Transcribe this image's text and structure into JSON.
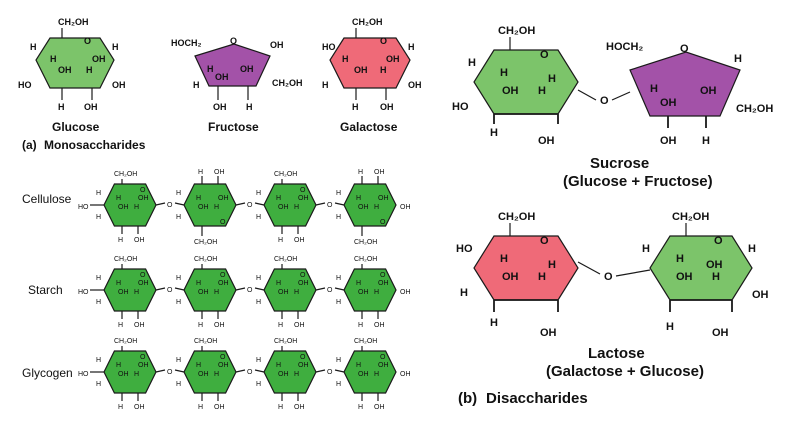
{
  "colors": {
    "glucose": "#7cc46a",
    "fructose": "#a352a8",
    "galactose": "#ef6a78",
    "chain": "#3fae3f"
  },
  "labels": {
    "ch2oh": "CH₂OH",
    "hoch2": "HOCH₂",
    "oh": "OH",
    "ho": "HO",
    "h": "H",
    "o": "O"
  },
  "monosaccharides": {
    "glucose": "Glucose",
    "fructose": "Fructose",
    "galactose": "Galactose",
    "caption_letter": "(a)",
    "caption": "Monosaccharides"
  },
  "polysaccharides": {
    "rows": [
      "Cellulose",
      "Starch",
      "Glycogen"
    ]
  },
  "disaccharides": {
    "sucrose": "Sucrose",
    "sucrose_formula": "(Glucose + Fructose)",
    "lactose": "Lactose",
    "lactose_formula": "(Galactose + Glucose)",
    "caption_letter": "(b)",
    "caption": "Disaccharides"
  }
}
